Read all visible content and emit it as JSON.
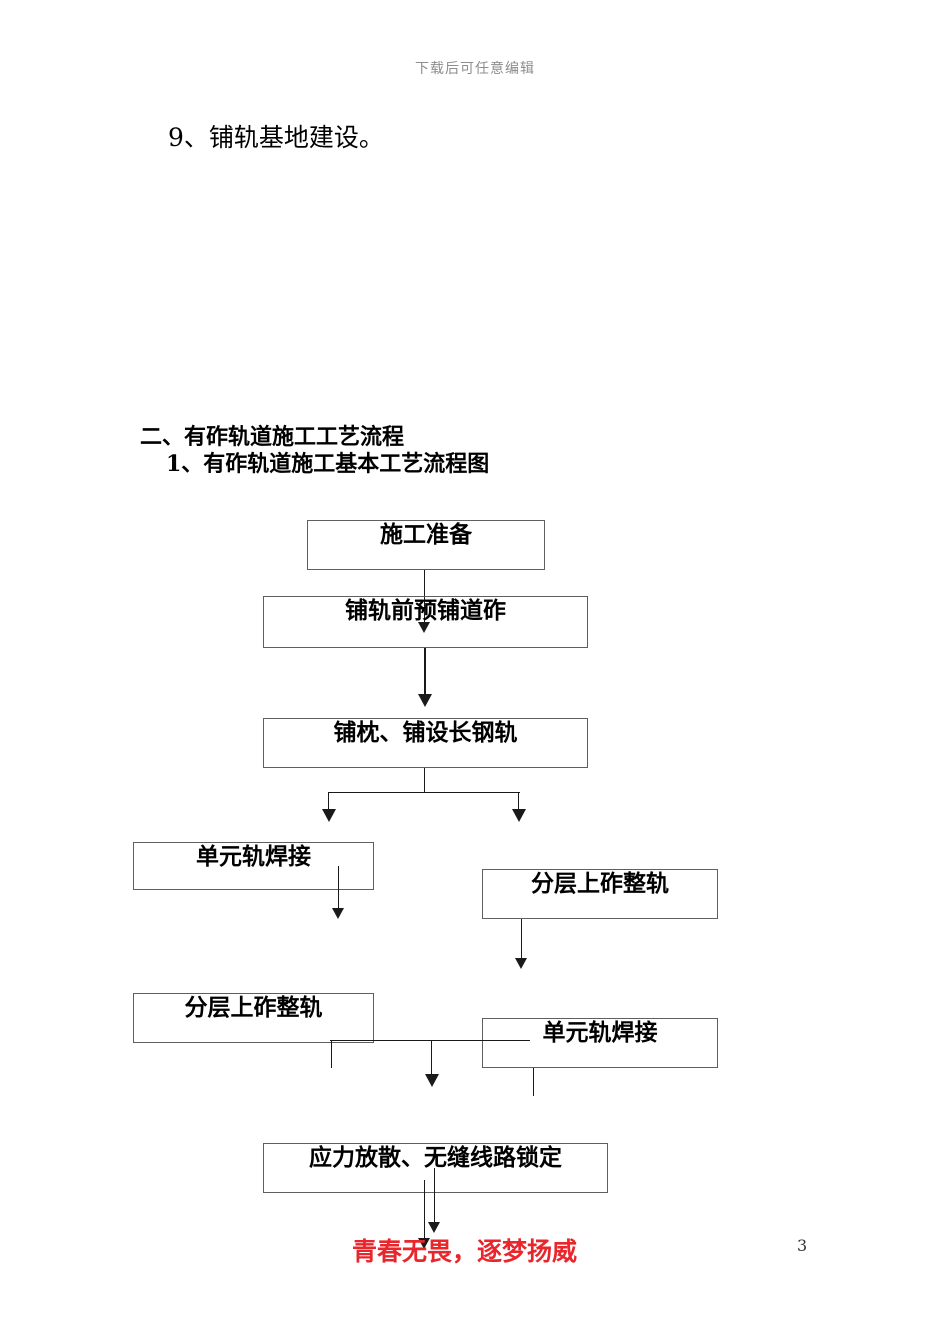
{
  "document": {
    "header_note": "下载后可任意编辑",
    "page_number": "3",
    "watermark": "青春无畏，逐梦扬威"
  },
  "body": {
    "list_item": "9、铺轨基地建设。",
    "heading_section": "二、有砟轨道施工工艺流程",
    "heading_subsection": "1、有砟轨道施工基本工艺流程图"
  },
  "flowchart": {
    "title": "有砟轨道施工基本工艺流程图",
    "type": "process-flow",
    "nodes": [
      {
        "id": "prep",
        "label": "施工准备"
      },
      {
        "id": "preballast",
        "label": "铺轨前预铺道砟"
      },
      {
        "id": "sleeper",
        "label": "铺枕、铺设长钢轨"
      },
      {
        "id": "weld_1",
        "label": "单元轨焊接"
      },
      {
        "id": "ballast_1",
        "label": "分层上砟整轨"
      },
      {
        "id": "ballast_2",
        "label": "分层上砟整轨"
      },
      {
        "id": "weld_2",
        "label": "单元轨焊接"
      },
      {
        "id": "destress",
        "label": "应力放散、无缝线路锁定"
      }
    ],
    "edges": [
      {
        "from": "prep",
        "to": "preballast"
      },
      {
        "from": "preballast",
        "to": "sleeper"
      },
      {
        "from": "sleeper",
        "to": "weld_1"
      },
      {
        "from": "sleeper",
        "to": "ballast_1"
      },
      {
        "from": "weld_1",
        "to": "ballast_2"
      },
      {
        "from": "ballast_1",
        "to": "weld_2"
      },
      {
        "from": "ballast_2",
        "to": "destress"
      },
      {
        "from": "weld_2",
        "to": "destress"
      },
      {
        "from": "destress",
        "to": "next-page"
      }
    ]
  },
  "colors": {
    "text": "#000000",
    "box_border": "#5f5f5f",
    "connector": "#1a1a1a",
    "watermark": "#e8262c",
    "header_note": "#8d8d8d"
  }
}
